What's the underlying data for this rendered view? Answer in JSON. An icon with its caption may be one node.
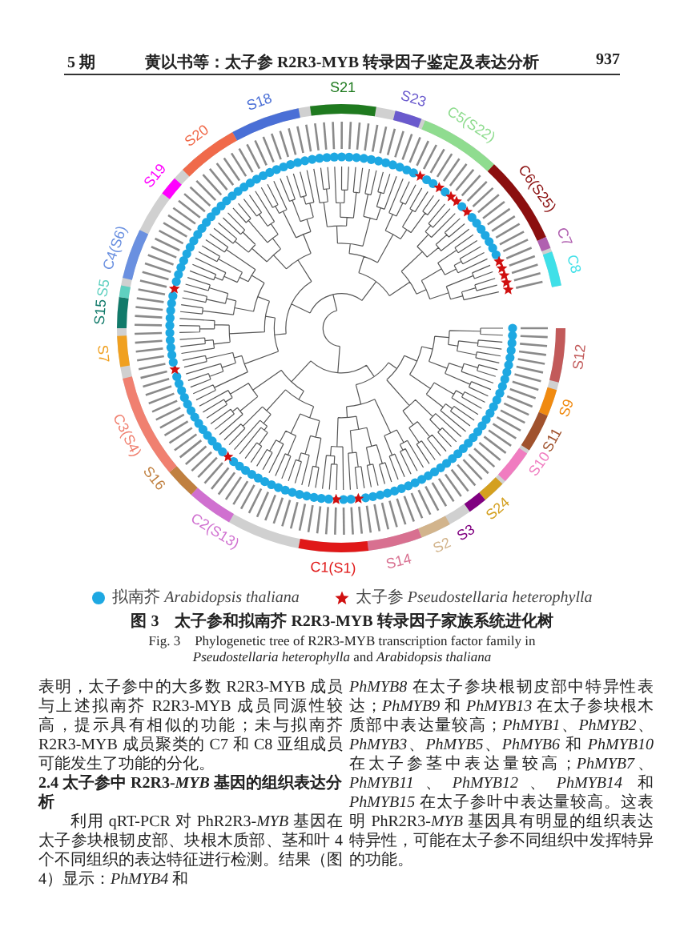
{
  "diagram": {
    "caption": "图 3　太子参和拟南芥 R2R3-MYB 转录因子家族系统进化树",
    "labels": [
      "5 期",
      "黄以书等：太子参 R2R3-MYB 转录因子鉴定及表达分析",
      "937",
      "S19",
      "S20",
      "S18",
      "S21",
      "S23",
      "C5(S22)",
      "C6(S25)",
      "C7",
      "C8",
      "S12",
      "S9",
      "S11",
      "S10",
      "S24",
      "S3",
      "S2",
      "S14",
      "C1(S1)",
      "C2(S13)",
      "S16",
      "C3(S4)",
      "S7",
      "S15",
      "S5",
      "C4(S6)",
      "Fig. 3　Phylogenetic tree of R2R3-MYB transcription factor family in *Pseudostellaria heterophylla* and *Arabidopsis thaliana*",
      "表明，太子参中的大多数 R2R3-MYB 成员与上述拟南芥 R2R3-MYB 成员同源性较高，提示具有相似的功能；未与拟南芥 R2R3-MYB 成员聚类的 C7 和 C8 亚组成员可能发生了功能的分化。",
      "2.4 太子参中 R2R3-*MYB* 基因的组织表达分析",
      "利用 qRT-PCR 对 PhR2R3-*MYB* 基因在太子参块根韧皮部、块根木质部、茎和叶 4 个不同组织的表达特征进行检测。结果（图 4）显示：*PhMYB4* 和",
      "*PhMYB8* 在太子参块根韧皮部中特异性表达；*PhMYB9* 和 *PhMYB13* 在太子参块根木质部中表达量较高；*PhMYB1*、*PhMYB2*、*PhMYB3*、*PhMYB5*、*PhMYB6* 和 *PhMYB10* 在太子参茎中表达量较高；*PhMYB7*、*PhMYB11*、*PhMYB12*、*PhMYB14* 和 *PhMYB15* 在太子参叶中表达量较高。这表明 PhR2R3-*MYB* 基因具有明显的组织表达特异性，可能在太子参不同组织中发挥特异的功能。"
    ],
    "legend": [
      {
        "text": "拟南芥 *Arabidopsis thaliana*"
      },
      {
        "text": "太子参 *Pseudostellaria heterophylla*"
      }
    ]
  }
}
